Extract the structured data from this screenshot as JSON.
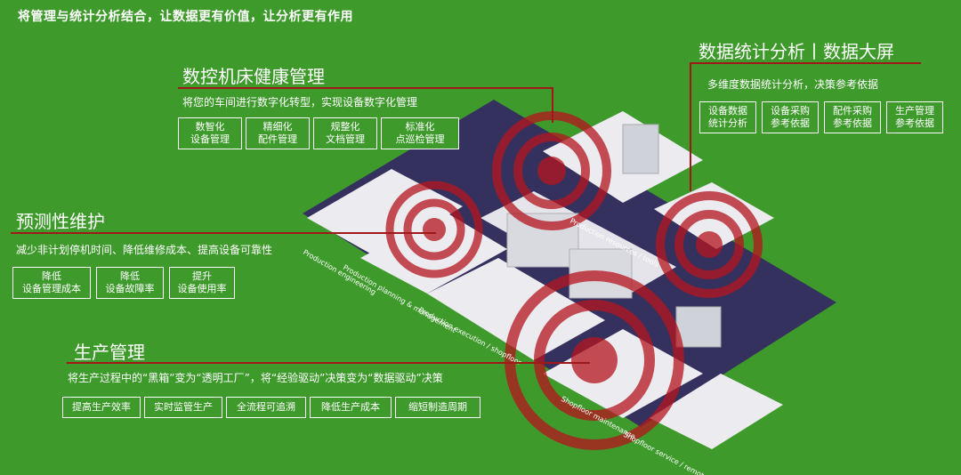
{
  "headline": "将管理与统计分析结合，让数据更有价值，让分析更有作用",
  "cnc": {
    "title": "数控机床健康管理",
    "desc": "将您的车间进行数字化转型，实现设备数字化管理",
    "buttons": [
      {
        "l1": "数智化",
        "l2": "设备管理"
      },
      {
        "l1": "精细化",
        "l2": "配件管理"
      },
      {
        "l1": "规整化",
        "l2": "文档管理"
      },
      {
        "l1": "标准化",
        "l2": "点巡检管理"
      }
    ]
  },
  "stats": {
    "title": "数据统计分析丨数据大屏",
    "desc": "多维度数据统计分析，决策参考依据",
    "buttons": [
      {
        "l1": "设备数据",
        "l2": "统计分析"
      },
      {
        "l1": "设备采购",
        "l2": "参考依据"
      },
      {
        "l1": "配件采购",
        "l2": "参考依据"
      },
      {
        "l1": "生产管理",
        "l2": "参考依据"
      }
    ]
  },
  "predict": {
    "title": "预测性维护",
    "desc": "减少非计划停机时间、降低维修成本、提高设备可靠性",
    "buttons": [
      {
        "l1": "降低",
        "l2": "设备管理成本"
      },
      {
        "l1": "降低",
        "l2": "设备故障率"
      },
      {
        "l1": "提升",
        "l2": "设备使用率"
      }
    ]
  },
  "production": {
    "title": "生产管理",
    "desc": "将生产过程中的“黑箱”变为“透明工厂”，将“经验驱动”决策变为“数据驱动”决策",
    "buttons": [
      "提高生产效率",
      "实时监管生产",
      "全流程可追溯",
      "降低生产成本",
      "缩短制造周期"
    ]
  },
  "floor_labels": [
    "Production resources / tools",
    "Production engineering",
    "Production planning & management",
    "Production execution / shopfloor",
    "Shopfloor maintenance",
    "Shopfloor service / remote service"
  ],
  "colors": {
    "background": "#3f9a2c",
    "floor": "#35315e",
    "accent": "#a01818",
    "target": "#b5141e"
  }
}
